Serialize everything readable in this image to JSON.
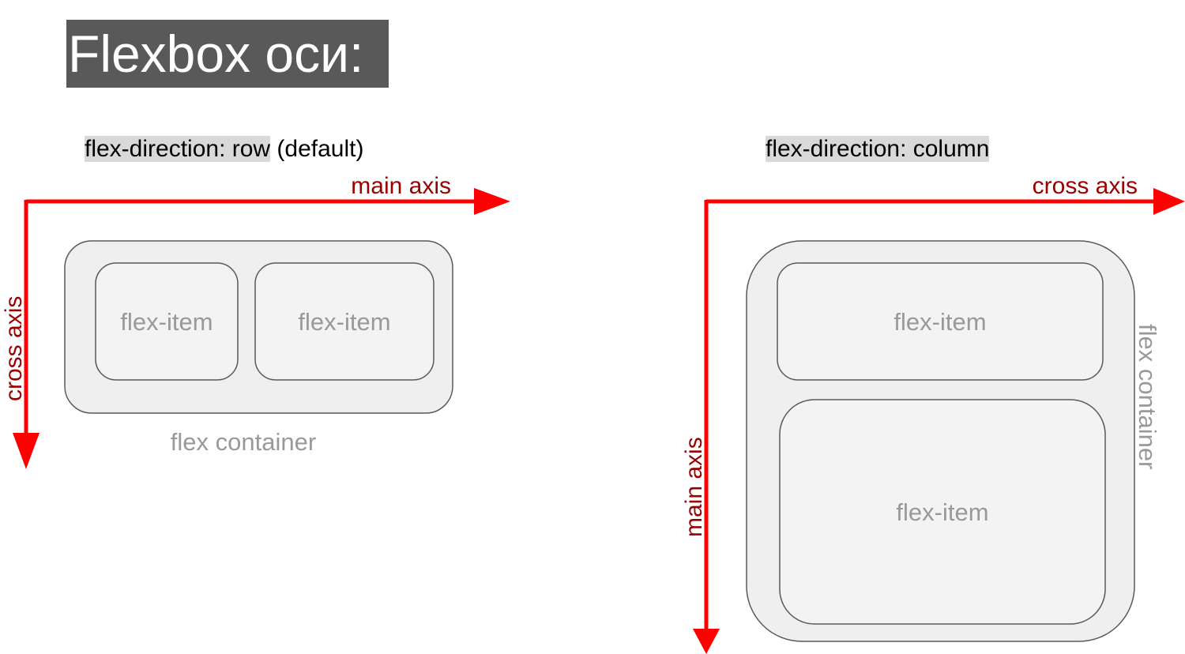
{
  "title": "Flexbox оси:",
  "row_panel": {
    "direction_code": "flex-direction: row",
    "direction_suffix": " (default)",
    "main_axis": "main axis",
    "cross_axis": "cross axis",
    "items": [
      "flex-item",
      "flex-item"
    ],
    "container_label": "flex container"
  },
  "column_panel": {
    "direction_code": "flex-direction: column",
    "main_axis": "main axis",
    "cross_axis": "cross axis",
    "items": [
      "flex-item",
      "flex-item"
    ],
    "container_label": "flex container"
  },
  "colors": {
    "axis_arrow": "#ff0000",
    "axis_text": "#990000",
    "container_fill": "#efefef",
    "item_text": "#999999",
    "title_background": "#595959"
  }
}
